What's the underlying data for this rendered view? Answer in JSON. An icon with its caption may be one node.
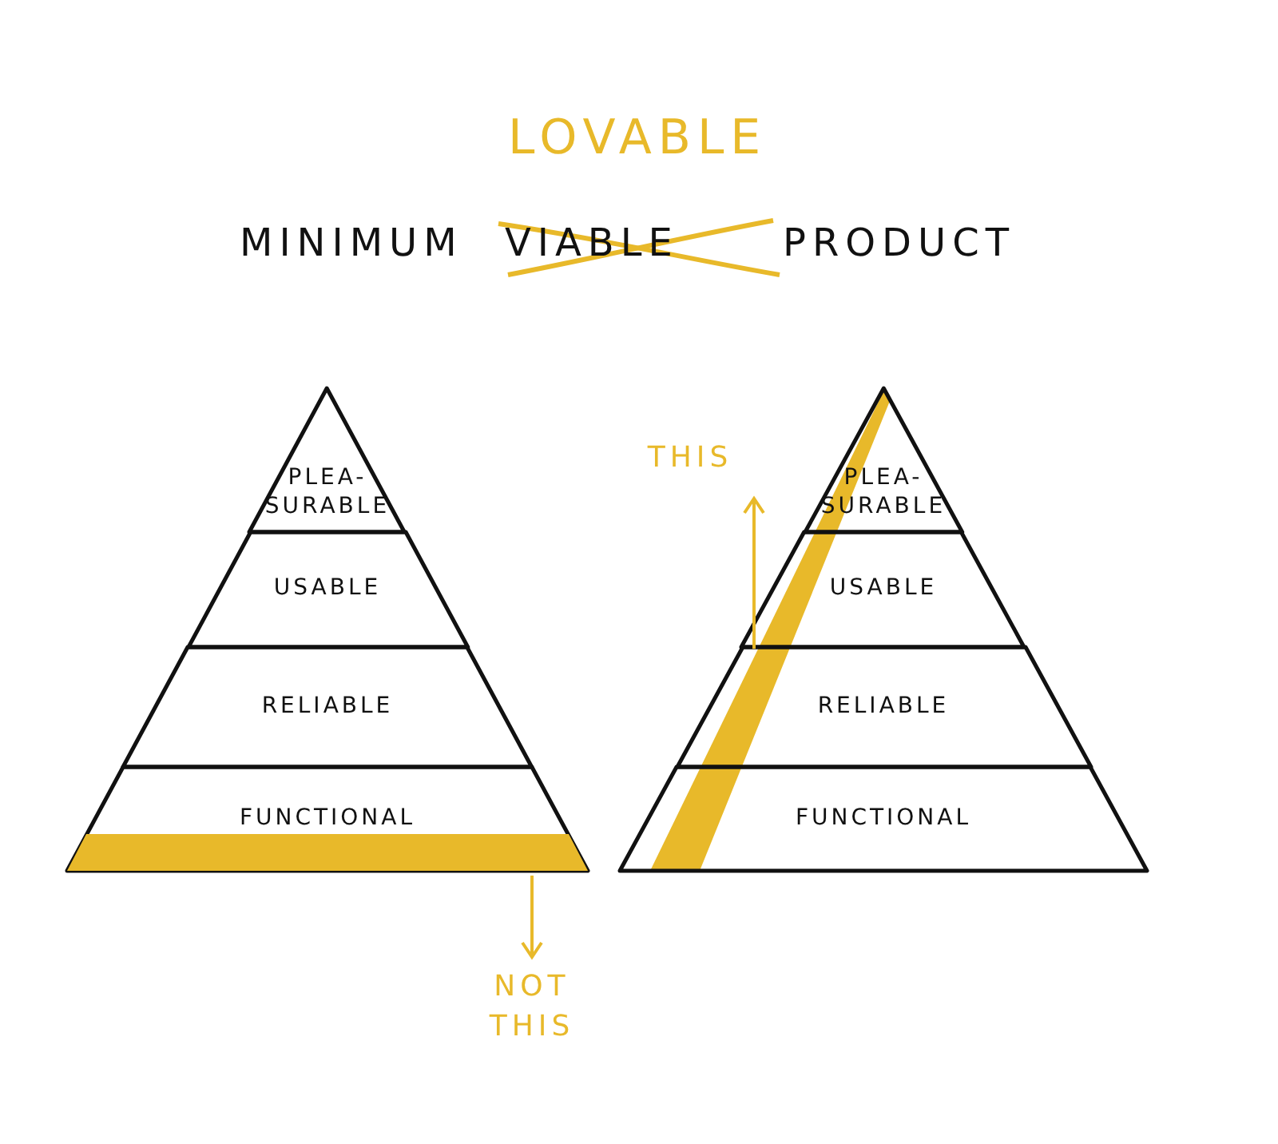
{
  "diagram": {
    "nodes": [
      {
        "text": [
          "PLEA- SURABLE"
        ]
      },
      {
        "text": [
          "USABLE"
        ]
      },
      {
        "text": [
          "RELIABLE"
        ]
      },
      {
        "text": [
          "FUNCTIONAL"
        ]
      },
      {
        "text": [],
        "shape": "bar",
        "in": 3
      },
      {
        "text": [
          "NOT THIS"
        ]
      },
      {
        "text": [
          "PLEA- SURABLE"
        ]
      },
      {
        "text": [
          "USABLE"
        ]
      },
      {
        "text": [
          "RELIABLE"
        ]
      },
      {
        "text": [
          "FUNCTIONAL"
        ]
      },
      {
        "text": [],
        "shape": "bar"
      },
      {
        "text": [
          "THIS"
        ]
      }
    ],
    "edges": [
      {
        "from": 4,
        "to": 5,
        "arrow": "to"
      },
      {
        "from": 10,
        "to": 11,
        "arrow": "to"
      }
    ],
    "labels": [
      "LOVABLE",
      "MINIMUM",
      "VIABLE",
      "PRODUCT"
    ]
  }
}
